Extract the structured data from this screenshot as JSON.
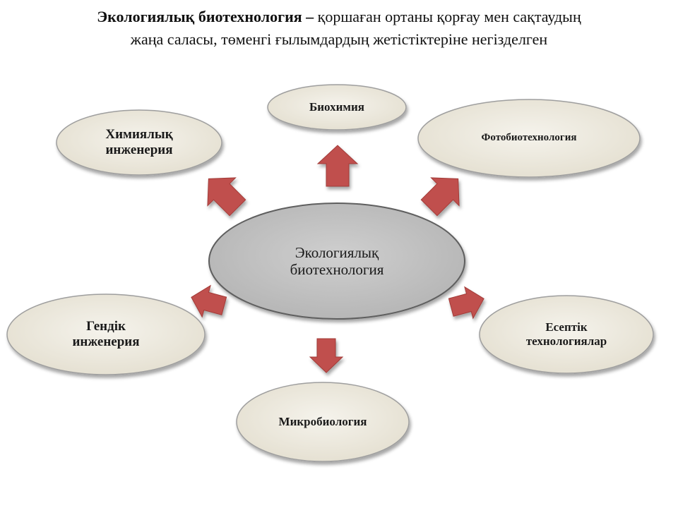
{
  "title": {
    "bold": "Экологиялық биотехнология –",
    "line1_rest": " қоршаған ортаны қорғау мен сақтаудың",
    "line2": "жаңа  саласы, төменгі ғылымдардың жетістіктеріне негізделген"
  },
  "center": {
    "label": "Экологиялық\nбиотехнология"
  },
  "nodes": {
    "biochemistry": "Биохимия",
    "chemical_engineering": "Химиялық\nинженерия",
    "photobiotech": "Фотобиотехнология",
    "genetic_engineering": "Гендік\nинженерия",
    "computational_tech": "Есептік\nтехнологиялар",
    "microbiology": "Микробиология"
  },
  "colors": {
    "node_fill": "#ece8dc",
    "node_stroke": "#9e9e9e",
    "center_fill": "#bdbdbd",
    "center_stroke": "#5e5e5e",
    "arrow_fill": "#c0504d",
    "arrow_stroke": "#a23b38"
  }
}
